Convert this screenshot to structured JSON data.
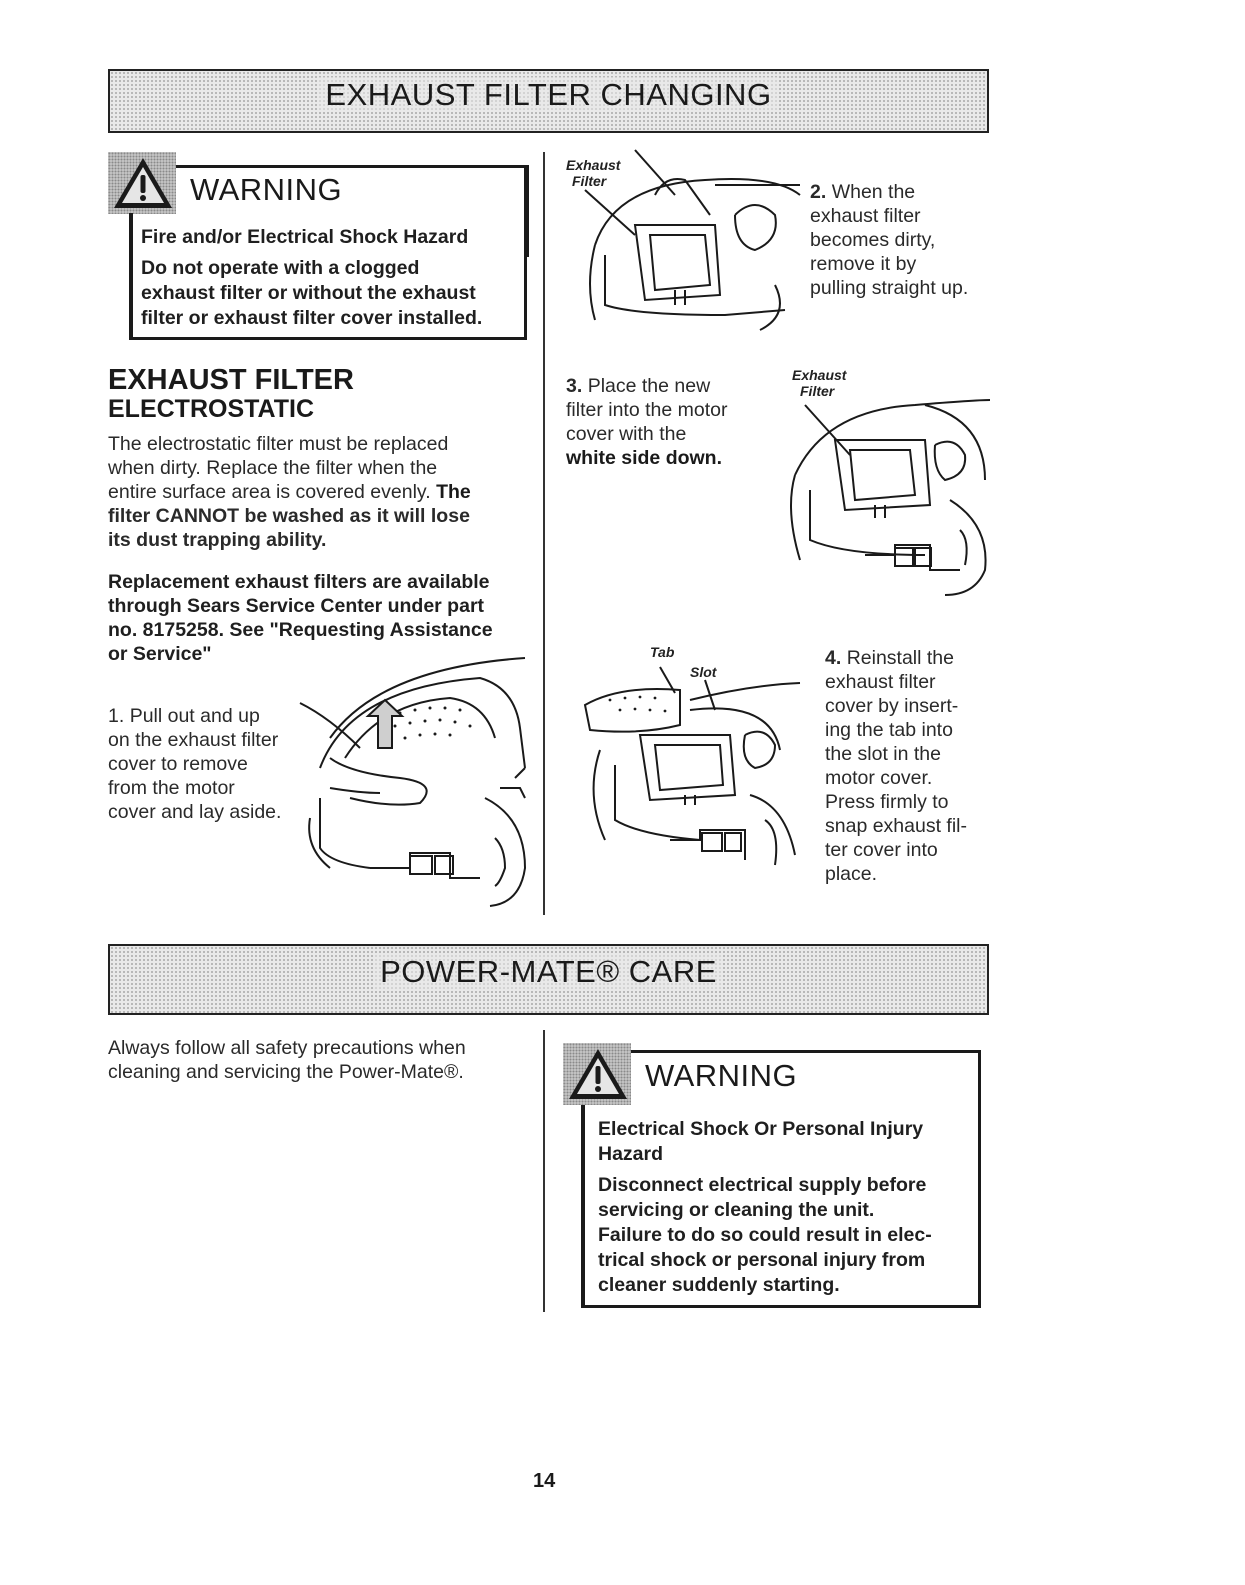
{
  "banners": {
    "exhaust": "EXHAUST FILTER CHANGING",
    "powermate": "POWER-MATE® CARE"
  },
  "warning1": {
    "title": "WARNING",
    "hazard": "Fire and/or Electrical Shock Hazard",
    "lines": [
      "Do not operate with a clogged",
      "exhaust filter or without the exhaust",
      "filter or exhaust filter cover installed."
    ]
  },
  "exhaust_filter": {
    "heading": "EXHAUST FILTER",
    "subheading": "ELECTROSTATIC",
    "body_lines": [
      "The electrostatic filter must be replaced",
      "when dirty. Replace the filter when the",
      "entire surface area is covered evenly."
    ],
    "body_bold_tail": "The",
    "bold_lines": [
      "filter CANNOT be washed as it will lose",
      "its dust trapping ability."
    ],
    "replacement_lines": [
      "Replacement exhaust filters are available",
      "through Sears Service Center under part",
      "no. 8175258. See \"Requesting Assistance",
      "or Service\""
    ]
  },
  "steps": {
    "step1": {
      "num": "1.",
      "lines": [
        "Pull out and up",
        "on the exhaust filter",
        "cover to remove",
        "from the motor",
        "cover and lay aside."
      ]
    },
    "step2": {
      "num": "2.",
      "lines": [
        "When the",
        "exhaust filter",
        "becomes dirty,",
        "remove it by",
        "pulling straight up."
      ]
    },
    "step3": {
      "num": "3.",
      "lines": [
        "Place the new",
        "filter into the motor",
        "cover with the"
      ],
      "bold": "white side down."
    },
    "step4": {
      "num": "4.",
      "lines": [
        "Reinstall the",
        "exhaust filter",
        "cover by insert-",
        "ing the tab into",
        "the slot in the",
        "motor cover.",
        "Press firmly to",
        "snap exhaust fil-",
        "ter cover into",
        "place."
      ]
    }
  },
  "captions": {
    "exhaust": "Exhaust",
    "filter": "Filter",
    "tab": "Tab",
    "slot": "Slot"
  },
  "powermate": {
    "intro_lines": [
      "Always follow all safety precautions when",
      "cleaning and servicing the Power-Mate®."
    ]
  },
  "warning2": {
    "title": "WARNING",
    "hazard_lines": [
      "Electrical Shock Or Personal Injury",
      "Hazard"
    ],
    "lines": [
      "Disconnect electrical supply before",
      "servicing or cleaning the unit.",
      "Failure to do so could result in elec-",
      "trical shock or personal injury from",
      "cleaner suddenly starting."
    ]
  },
  "page_number": "14"
}
